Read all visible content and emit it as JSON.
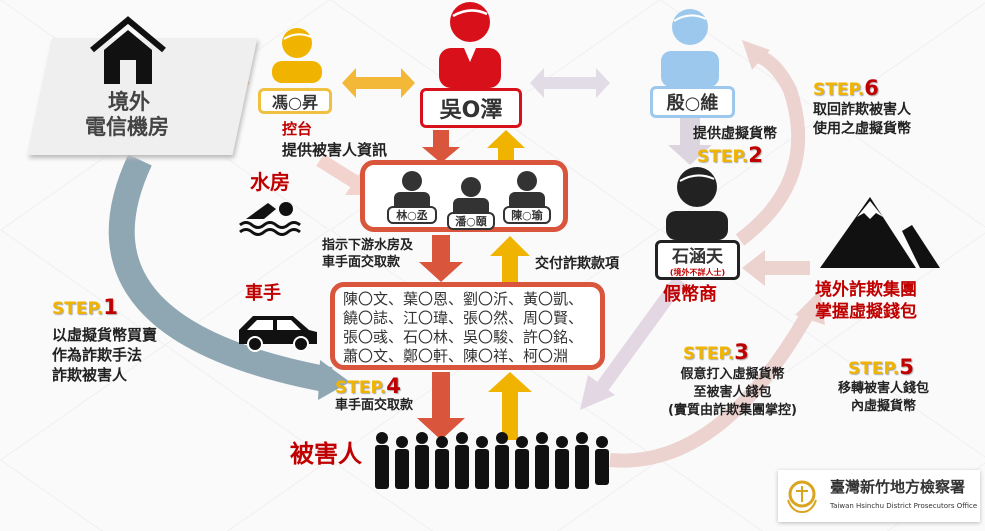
{
  "overseas_call_center": {
    "line1": "境外",
    "line2": "電信機房"
  },
  "controller": {
    "name": "馮○昇",
    "role": "控台",
    "desc": "提供被害人資訊"
  },
  "leader": {
    "name": "吳O澤"
  },
  "supplier": {
    "name": "殷○維",
    "desc": "提供虛擬貨幣"
  },
  "money_laundering": {
    "title": "水房",
    "members": [
      "林○丞",
      "潘○頤",
      "陳○瑜"
    ]
  },
  "instruction": {
    "line1": "指示下游水房及",
    "line2": "車手面交取款"
  },
  "deliver": "交付詐欺款項",
  "couriers": {
    "title": "車手",
    "names": [
      [
        "陳〇文、",
        "葉〇恩、",
        "劉〇沂、",
        "黃〇凱、"
      ],
      [
        "饒〇誌、",
        "江〇瑋、",
        "張〇然、",
        "周〇賢、"
      ],
      [
        "張〇彧、",
        "石〇林、",
        "吳〇駿、",
        "許〇銘、"
      ],
      [
        "蕭〇文、",
        "鄭〇軒、",
        "陳〇祥、",
        "柯〇淵"
      ]
    ]
  },
  "victims": {
    "title": "被害人"
  },
  "fake_dealer": {
    "name": "石涵天",
    "note": "(境外不詳人士)",
    "role": "假幣商"
  },
  "overseas_group": {
    "line1": "境外詐欺集團",
    "line2": "掌握虛擬錢包"
  },
  "steps": [
    {
      "label": "STEP.",
      "num": "1",
      "lines": [
        "以虛擬貨幣買賣",
        "作為詐欺手法",
        "詐欺被害人"
      ]
    },
    {
      "label": "STEP.",
      "num": "2",
      "lines": []
    },
    {
      "label": "STEP.",
      "num": "3",
      "lines": [
        "假意打入虛擬貨幣",
        "至被害人錢包",
        "(實質由詐欺集團掌控)"
      ]
    },
    {
      "label": "STEP.",
      "num": "4",
      "lines": [
        "車手面交取款"
      ]
    },
    {
      "label": "STEP.",
      "num": "5",
      "lines": [
        "移轉被害人錢包",
        "內虛擬貨幣"
      ]
    },
    {
      "label": "STEP.",
      "num": "6",
      "lines": [
        "取回詐欺被害人",
        "使用之虛擬貨幣"
      ]
    }
  ],
  "logo": {
    "zh": "臺灣新竹地方檢察署",
    "en": "Taiwan Hsinchu District Prosecutors Office"
  },
  "colors": {
    "red": "#c00000",
    "yellow": "#f0b400",
    "box": "#d9553b",
    "blue": "#9cc8ee"
  }
}
